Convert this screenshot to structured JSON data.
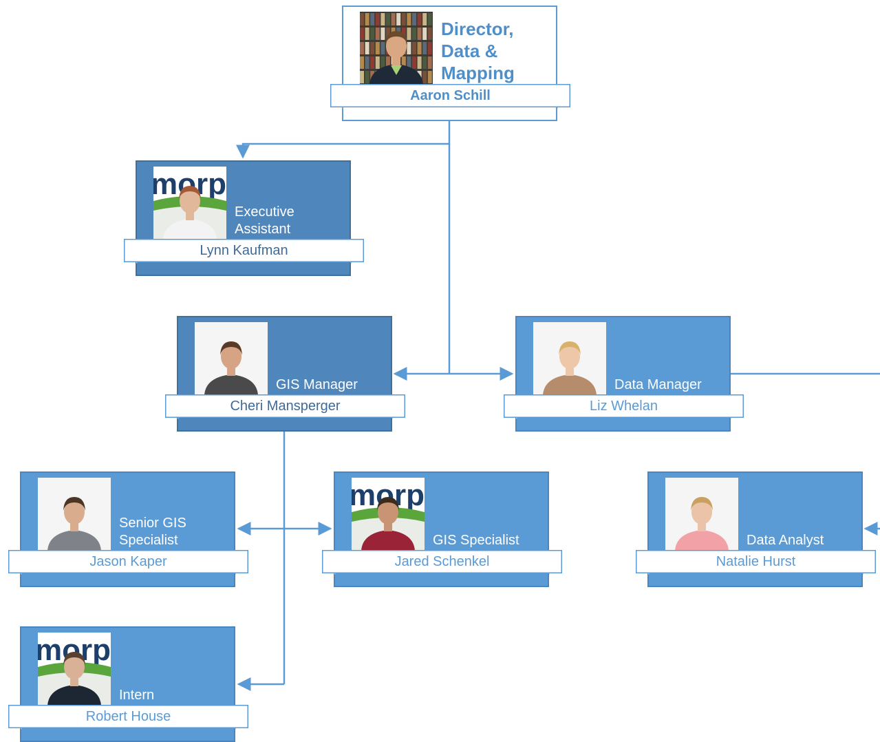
{
  "people": [
    {
      "id": "aaron",
      "name": "Aaron Schill",
      "title": "Director, Data & Mapping",
      "photo": "library-photo-icon"
    },
    {
      "id": "lynn",
      "name": "Lynn Kaufman",
      "title": "Executive Assistant",
      "photo": "morpc-backdrop-photo-icon"
    },
    {
      "id": "cheri",
      "name": "Cheri Mansperger",
      "title": "GIS Manager",
      "photo": "portrait-photo-icon"
    },
    {
      "id": "liz",
      "name": "Liz Whelan",
      "title": "Data Manager",
      "photo": "portrait-photo-icon"
    },
    {
      "id": "jason",
      "name": "Jason Kaper",
      "title": "Senior GIS Specialist",
      "photo": "portrait-photo-icon"
    },
    {
      "id": "jared",
      "name": "Jared Schenkel",
      "title": "GIS Specialist",
      "photo": "morpc-backdrop-photo-icon"
    },
    {
      "id": "natalie",
      "name": "Natalie Hurst",
      "title": "Data Analyst",
      "photo": "portrait-photo-icon"
    },
    {
      "id": "robert",
      "name": "Robert House",
      "title": "Intern",
      "photo": "morpc-backdrop-photo-icon"
    }
  ],
  "photo_backdrop_text": "morpc",
  "colors": {
    "card_fill": "#5b9bd5",
    "card_fill_dark": "#4f86bc",
    "connector": "#5b9bd5",
    "title_text": "#4f8fc9"
  }
}
